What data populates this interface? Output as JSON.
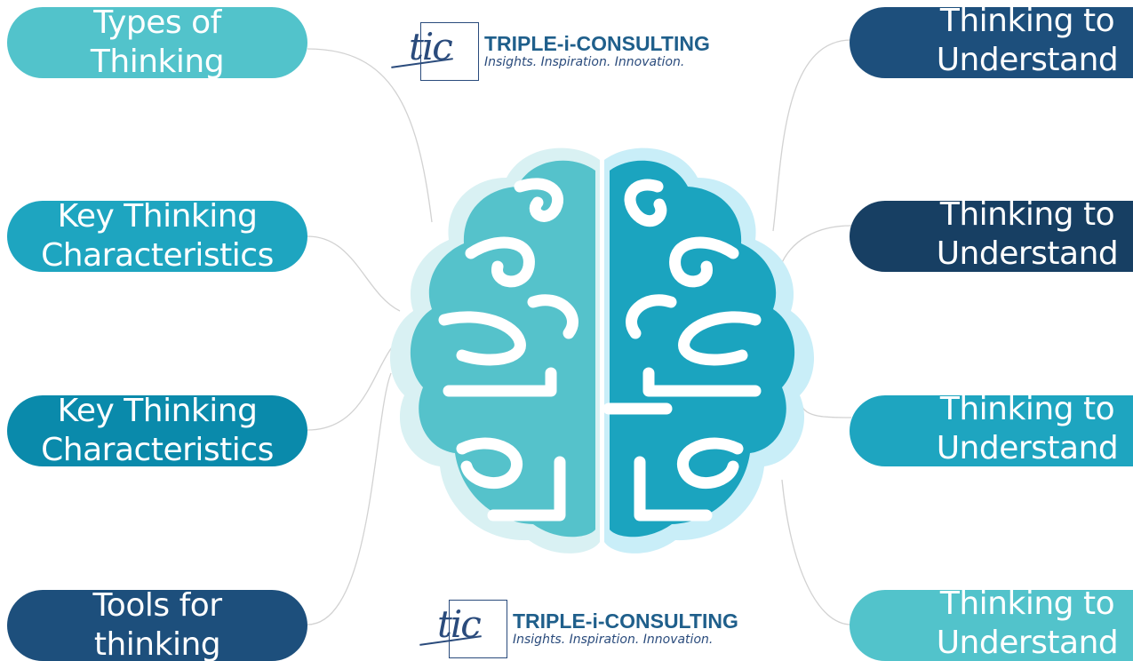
{
  "left_nodes": [
    {
      "line1": "Types of",
      "line2": "Thinking"
    },
    {
      "line1": "Key Thinking",
      "line2": "Characteristics"
    },
    {
      "line1": "Key Thinking",
      "line2": "Characteristics"
    },
    {
      "line1": "Tools for",
      "line2": "thinking"
    }
  ],
  "right_nodes": [
    {
      "line1": "Thinking to",
      "line2": "Understand"
    },
    {
      "line1": "Thinking to",
      "line2": "Understand"
    },
    {
      "line1": "Thinking to",
      "line2": "Understand"
    },
    {
      "line1": "Thinking to",
      "line2": "Understand"
    }
  ],
  "logos": [
    {
      "initials": "tic",
      "name": "TRIPLE-i-CONSULTING",
      "tagline": "Insights. Inspiration. Innovation."
    },
    {
      "initials": "tic",
      "name": "TRIPLE-i-CONSULTING",
      "tagline": "Insights. Inspiration. Innovation."
    }
  ],
  "colors": {
    "teal_light": "#52c3cb",
    "teal_mid": "#1ea5c0",
    "teal_dark": "#0a8aab",
    "navy": "#1d4f7c",
    "navy_dark": "#173f63",
    "connector": "#d2d2d2"
  }
}
